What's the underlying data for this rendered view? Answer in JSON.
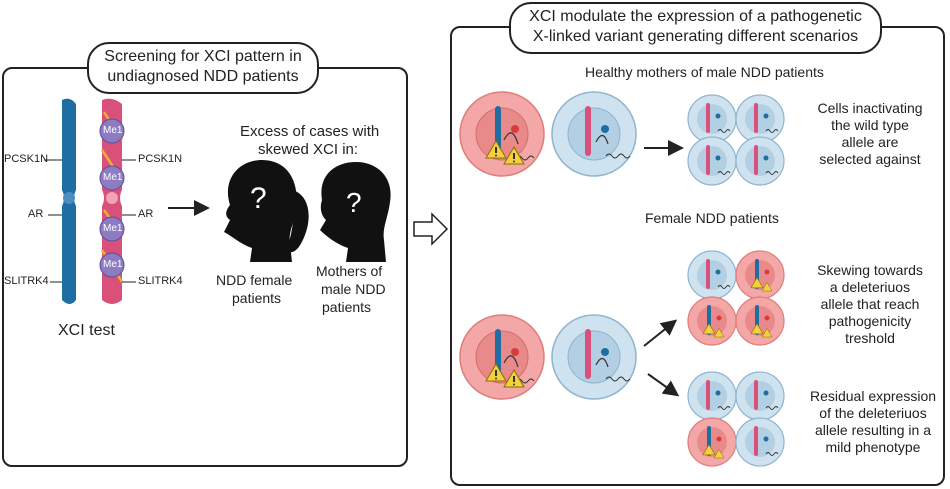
{
  "left_panel": {
    "title_line1": "Screening for XCI pattern in",
    "title_line2": "undiagnosed NDD patients",
    "chromosome_labels": {
      "pcsk1n_left": "PCSK1N",
      "ar_left": "AR",
      "slitrk4_left": "SLITRK4",
      "pcsk1n_right": "PCSK1N",
      "ar_right": "AR",
      "slitrk4_right": "SLITRK4"
    },
    "methyl_label": "Me1",
    "xci_test": "XCI test",
    "excess_line1": "Excess of cases with",
    "excess_line2": "skewed XCI in:",
    "question_mark": "?",
    "female_line1": "NDD female",
    "female_line2": "patients",
    "mothers_line1": "Mothers of",
    "mothers_line2": "male NDD",
    "mothers_line3": "patients"
  },
  "right_panel": {
    "title_line1": "XCI  modulate the expression of a pathogenetic",
    "title_line2": "X-linked variant generating different scenarios",
    "section1_heading": "Healthy mothers of male NDD patients",
    "section1_text": [
      "Cells inactivating",
      "the wild type",
      "allele are",
      "selected against"
    ],
    "section2_heading": "Female NDD patients",
    "section2a_text": [
      "Skewing towards",
      "a deleteriuos",
      "allele that reach",
      "pathogenicity",
      "treshold"
    ],
    "section2b_text": [
      "Residual expression",
      "of the deleteriuos",
      "allele resulting in a",
      "mild phenotype"
    ]
  },
  "colors": {
    "red_cell": "#f3a7a7",
    "red_nucleus": "#e98a8a",
    "blue_cell": "#cfe2ef",
    "blue_nucleus": "#b3cfe3",
    "chromosome_blue": "#1f6ea3",
    "chromosome_pink": "#d9517a",
    "methyl": "#8e7cc3",
    "warning": "#f4d03f"
  }
}
